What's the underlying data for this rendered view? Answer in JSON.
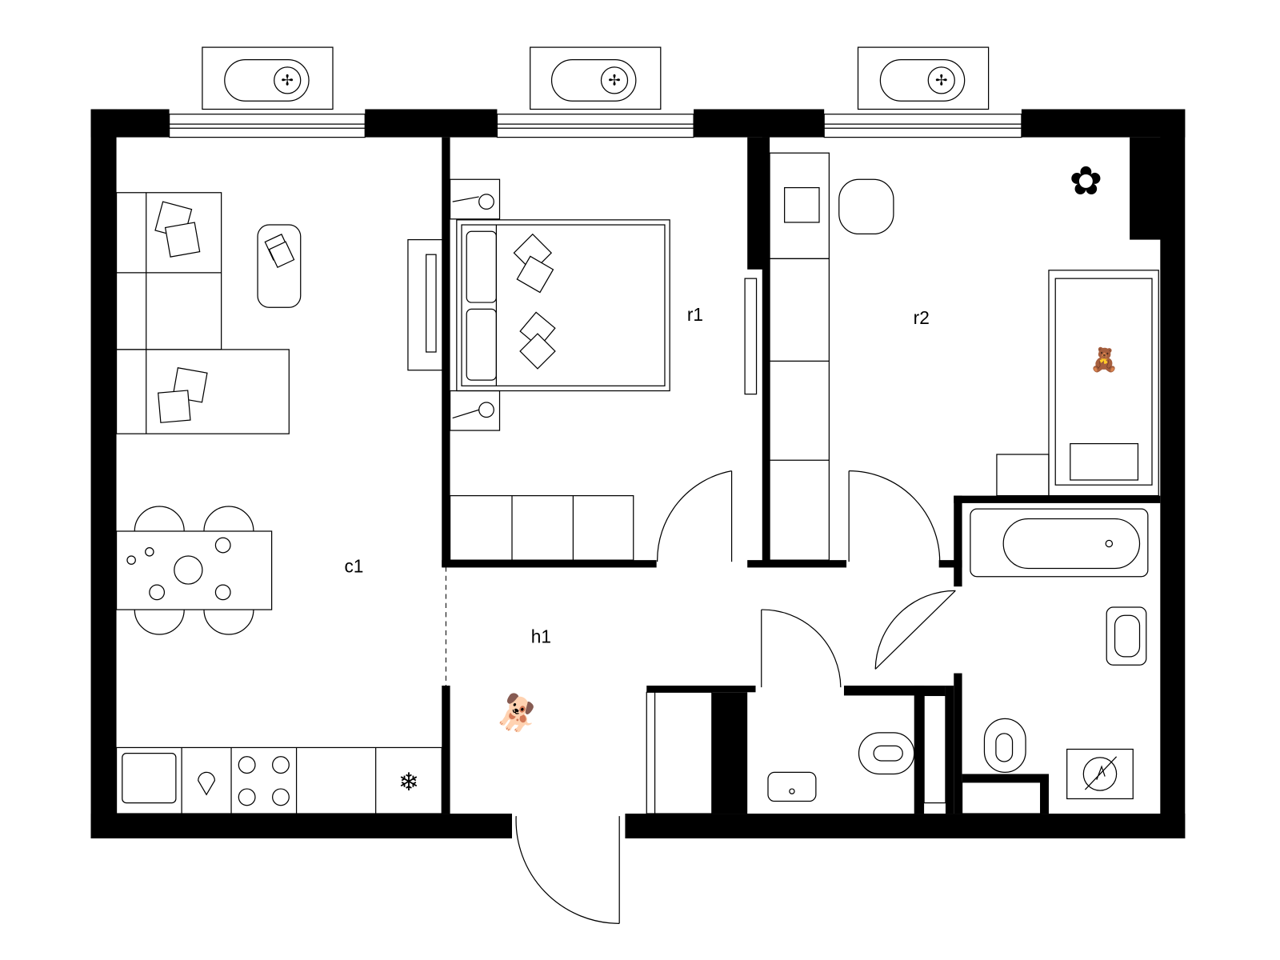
{
  "plan": {
    "rooms": [
      {
        "id": "c1",
        "label": "c1"
      },
      {
        "id": "r1",
        "label": "r1"
      },
      {
        "id": "r2",
        "label": "r2"
      },
      {
        "id": "h1",
        "label": "h1"
      }
    ]
  },
  "colors": {
    "wall": "#000000",
    "background": "#ffffff"
  }
}
